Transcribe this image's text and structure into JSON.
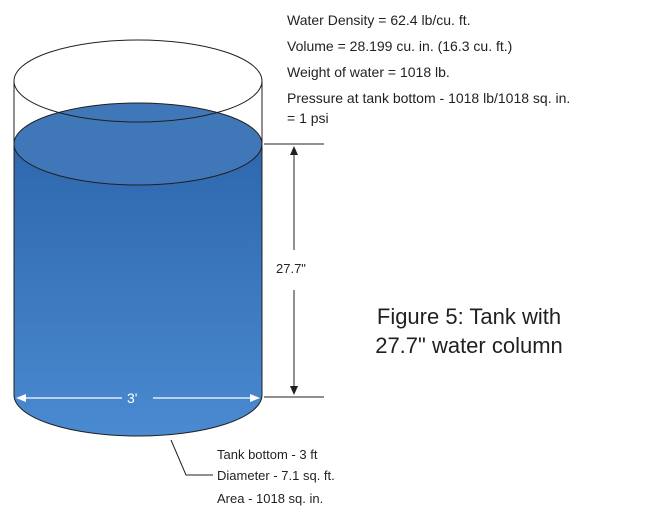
{
  "info_lines": [
    "Water Density = 62.4 lb/cu. ft.",
    "Volume = 28.199 cu. in. (16.3 cu. ft.)",
    "Weight of water = 1018 lb.",
    "Pressure at tank bottom - 1018 lb/1018 sq. in.",
    "= 1 psi"
  ],
  "height_label": "27.7\"",
  "diameter_label": "3'",
  "caption_lines": [
    "Figure 5: Tank with",
    "27.7\" water column"
  ],
  "bottom_notes": [
    "Tank bottom - 3 ft",
    "Diameter - 7.1 sq. ft.",
    "Area - 1018 sq. in."
  ],
  "colors": {
    "water_top": "#3f77b8",
    "water_body_top": "#2e67ae",
    "water_body_bottom": "#4a8ad0",
    "outline": "#231f20"
  }
}
